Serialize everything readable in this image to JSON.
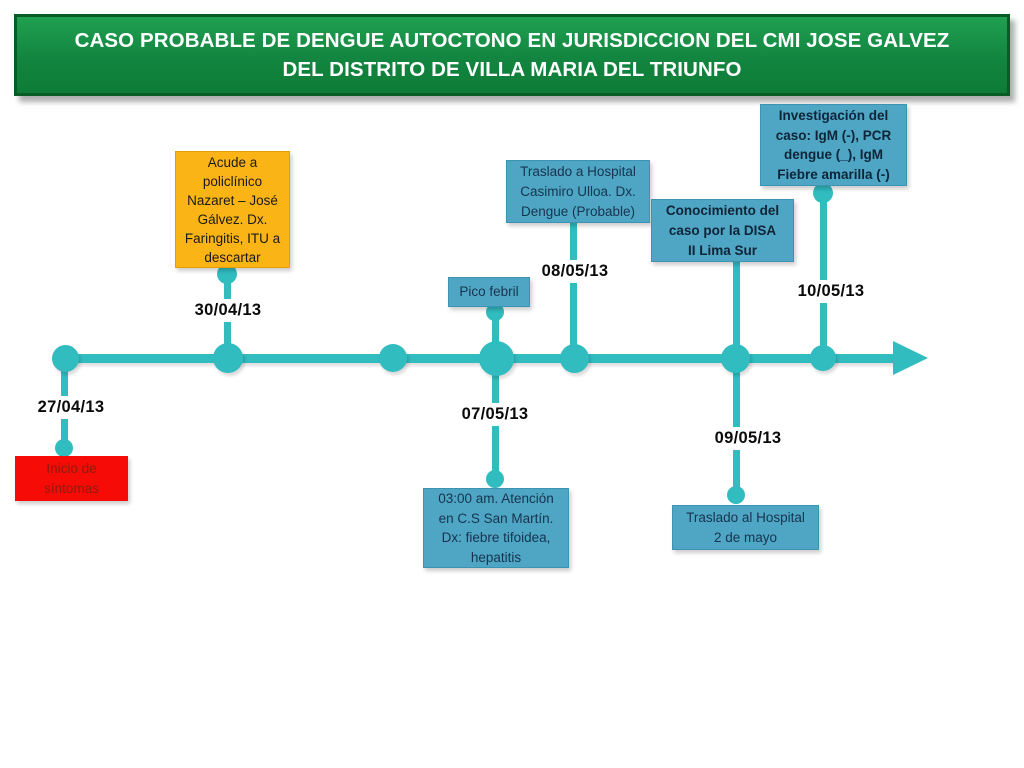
{
  "header": {
    "line1": "CASO PROBABLE DE DENGUE AUTOCTONO EN JURISDICCION DEL CMI JOSE GALVEZ",
    "line2": "DEL DISTRITO DE VILLA MARIA DEL TRIUNFO"
  },
  "palette": {
    "banner_green": "#128540",
    "banner_border_green": "#0a5c26",
    "axis_teal": "#31bcc0",
    "event_box_teal": "#4fa6c4",
    "event_text_navy": "#16344f",
    "highlight_orange": "#fbb415",
    "alert_red": "#f70b07",
    "alert_text_dark_red": "#8c1b10"
  },
  "dates": {
    "d1": "27/04/13",
    "d2": "30/04/13",
    "d3": "07/05/13",
    "d4": "08/05/13",
    "d5": "09/05/13",
    "d6": "10/05/13"
  },
  "events": {
    "inicio": "Inicio de\nsíntomas",
    "acude": "Acude a\npoliclínico\nNazaret – José\nGálvez. Dx.\nFaringitis, ITU a\ndescartar",
    "pico": "Pico febril",
    "casimiro": "Traslado a Hospital\nCasimiro Ulloa. Dx.\nDengue (Probable)",
    "conocimiento": "Conocimiento del\ncaso por la DISA\nII Lima Sur",
    "investigacion": "Investigación del\ncaso: IgM (-), PCR\ndengue (_), IgM\nFiebre amarilla (-)",
    "sanmartin": "03:00 am. Atención\nen C.S San Martín.\nDx: fiebre tifoidea,\nhepatitis",
    "dosmayo": "Traslado al Hospital\n2 de mayo"
  }
}
